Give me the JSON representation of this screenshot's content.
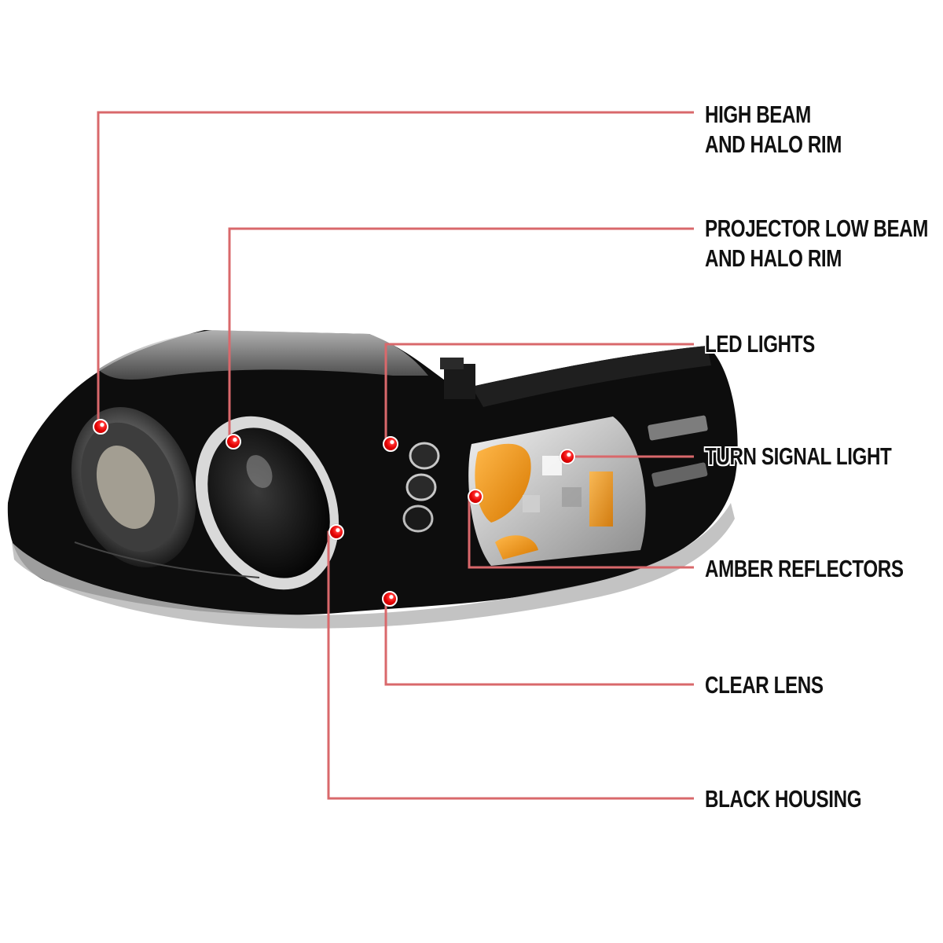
{
  "diagram": {
    "subject": "Black projector headlight with halo rims",
    "colors": {
      "background": "#ffffff",
      "callout_line": "#d9686b",
      "callout_dot": "#e00000",
      "label_text": "#111111",
      "housing": "#0d0d0d",
      "amber": "#f0a020"
    },
    "callouts": [
      {
        "id": "high-beam",
        "label_line1": "HIGH BEAM",
        "label_line2": "AND HALO RIM",
        "dot": [
          128,
          543
        ]
      },
      {
        "id": "projector-low-beam",
        "label_line1": "PROJECTOR LOW BEAM",
        "label_line2": "AND HALO RIM",
        "dot": [
          297,
          562
        ]
      },
      {
        "id": "led-lights",
        "label_line1": "LED LIGHTS",
        "dot": [
          497,
          565
        ]
      },
      {
        "id": "turn-signal-light",
        "label_line1": "TURN SIGNAL LIGHT",
        "dot": [
          722,
          581
        ]
      },
      {
        "id": "amber-reflectors",
        "label_line1": "AMBER REFLECTORS",
        "dot": [
          605,
          632
        ]
      },
      {
        "id": "clear-lens",
        "label_line1": "CLEAR LENS",
        "dot": [
          496,
          762
        ]
      },
      {
        "id": "black-housing",
        "label_line1": "BLACK HOUSING",
        "dot": [
          428,
          677
        ]
      }
    ]
  }
}
